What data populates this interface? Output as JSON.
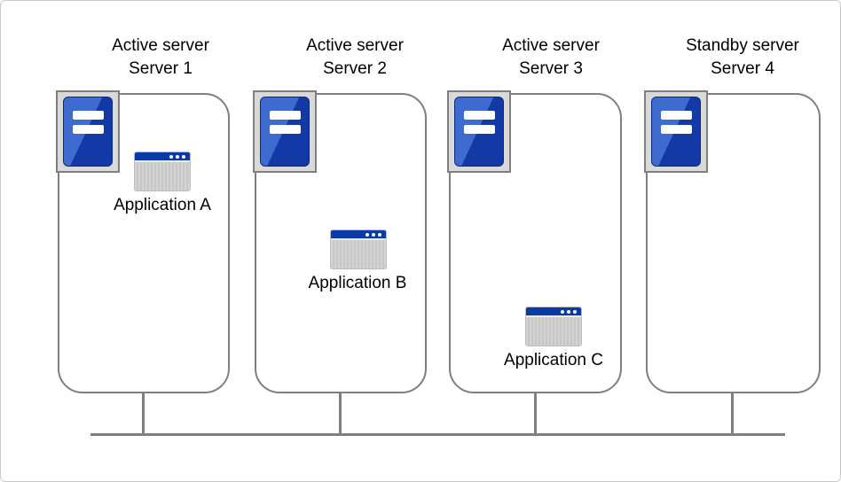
{
  "diagram": {
    "type": "server-cluster-topology",
    "servers": [
      {
        "id": "server-1",
        "role_label": "Active server",
        "name_label": "Server 1",
        "application": {
          "label": "Application A"
        }
      },
      {
        "id": "server-2",
        "role_label": "Active server",
        "name_label": "Server 2",
        "application": {
          "label": "Application B"
        }
      },
      {
        "id": "server-3",
        "role_label": "Active server",
        "name_label": "Server 3",
        "application": {
          "label": "Application C"
        }
      },
      {
        "id": "server-4",
        "role_label": "Standby server",
        "name_label": "Server 4",
        "application": null
      }
    ],
    "network": {
      "kind": "shared-bus",
      "connected_servers": [
        "Server 1",
        "Server 2",
        "Server 3",
        "Server 4"
      ]
    }
  },
  "icons": {
    "server": "server-tower-icon",
    "application": "app-window-icon"
  },
  "colors": {
    "canvas_bg": "#ffffff",
    "canvas_border": "#cacaca",
    "line": "#7f7f7f",
    "plate": "#d9d9d9",
    "server_blue_light": "#3e6bd0",
    "server_blue_dark": "#1239a5",
    "app_titlebar": "#0a3aa6",
    "app_body": "#cccccc",
    "text": "#000000"
  }
}
